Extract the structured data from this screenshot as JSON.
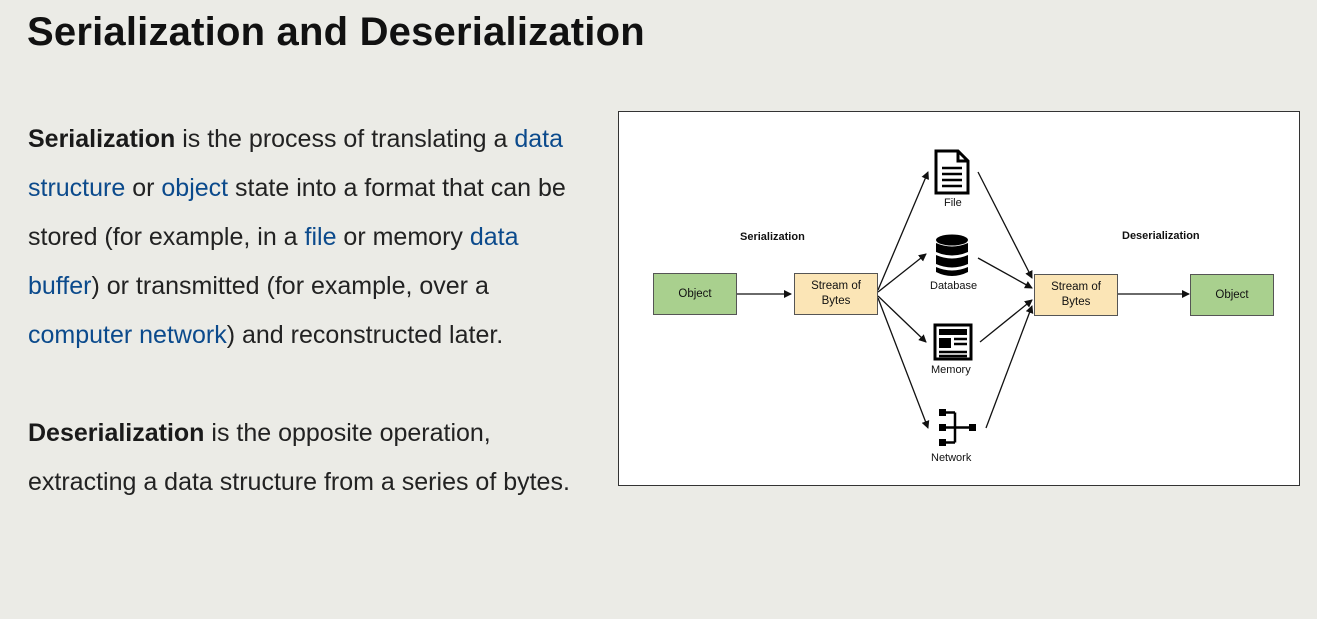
{
  "title": "Serialization and Deserialization",
  "paragraph1": {
    "term": "Serialization",
    "t1": " is the process of translating a ",
    "link_data_structure": "data structure",
    "t2": " or ",
    "link_object": "object",
    "t3": " state into a format that can be stored (for example, in a ",
    "link_file": "file",
    "t4": " or memory ",
    "link_data_buffer": "data buffer",
    "t5": ") or transmitted (for example, over a ",
    "link_computer_network": "computer network",
    "t6": ") and reconstructed later."
  },
  "paragraph2": {
    "term": "Deserialization",
    "text": " is the opposite operation, extracting a data structure from a series of bytes."
  },
  "diagram": {
    "serialization_label": "Serialization",
    "deserialization_label": "Deserialization",
    "object_left": "Object",
    "stream_left_line1": "Stream of",
    "stream_left_line2": "Bytes",
    "stream_right_line1": "Stream of",
    "stream_right_line2": "Bytes",
    "object_right": "Object",
    "file_label": "File",
    "database_label": "Database",
    "memory_label": "Memory",
    "network_label": "Network",
    "icons": [
      "file-icon",
      "database-icon",
      "memory-icon",
      "network-icon"
    ],
    "colors": {
      "object_fill": "#a9d08e",
      "stream_fill": "#fbe5b6",
      "link": "#0b4a8c"
    }
  }
}
